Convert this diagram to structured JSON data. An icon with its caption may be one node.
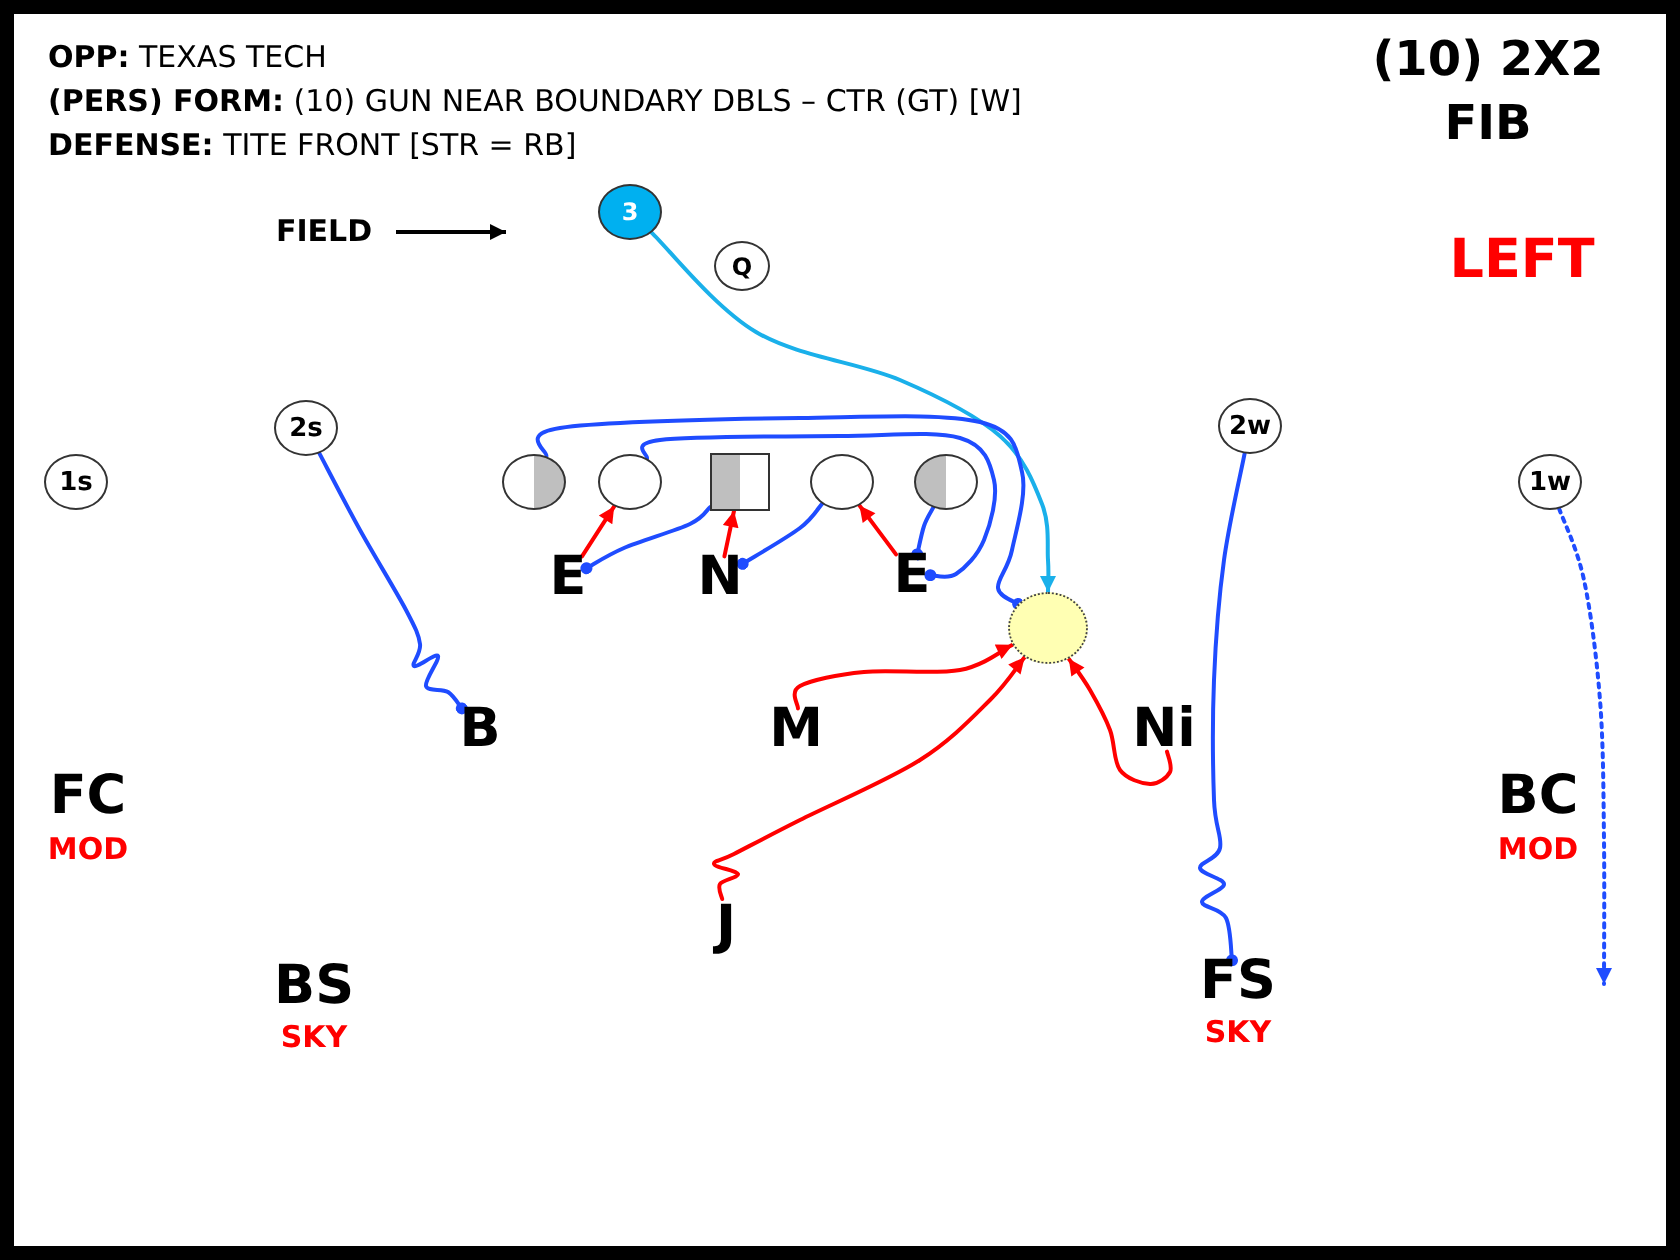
{
  "diagram": {
    "nodes": [
      {
        "text": [
          "3"
        ]
      },
      {
        "text": [
          "Q"
        ]
      },
      {
        "text": [
          "2s"
        ]
      },
      {
        "text": [
          "2w"
        ]
      },
      {
        "text": [
          "1s"
        ]
      },
      {
        "text": [],
        "shape": "circle"
      },
      {
        "text": [],
        "shape": "circle"
      },
      {
        "text": [],
        "shape": "box"
      },
      {
        "text": [],
        "shape": "circle"
      },
      {
        "text": [],
        "shape": "circle"
      },
      {
        "text": [
          "1w"
        ]
      },
      {
        "text": [
          "E"
        ]
      },
      {
        "text": [
          "N"
        ]
      },
      {
        "text": [
          "E"
        ]
      },
      {
        "text": [],
        "shape": "circle"
      },
      {
        "text": [
          "B"
        ]
      },
      {
        "text": [
          "M"
        ]
      },
      {
        "text": [
          "Ni"
        ]
      },
      {
        "text": [
          "J"
        ]
      },
      {
        "text": [
          "FS"
        ],
        "beside": [
          "SKY"
        ]
      }
    ],
    "edges": [
      {
        "from": 0,
        "to": 14,
        "arrow": "to",
        "color": "#1ab0ea"
      },
      {
        "from": 2,
        "to": 15,
        "arrow": "other"
      },
      {
        "from": 3,
        "to": 19,
        "arrow": "other"
      },
      {
        "from": 10,
        "to": null,
        "arrow": "to",
        "style": "dashed"
      },
      {
        "from": 5,
        "to": 14,
        "arrow": "other"
      },
      {
        "from": 6,
        "to": 13,
        "arrow": "other"
      },
      {
        "from": 7,
        "to": 11,
        "arrow": "other"
      },
      {
        "from": 8,
        "to": 12,
        "arrow": "other"
      },
      {
        "from": 9,
        "to": 13,
        "arrow": "other"
      },
      {
        "from": 11,
        "to": 6,
        "arrow": "to",
        "color": "#ff0000"
      },
      {
        "from": 12,
        "to": 7,
        "arrow": "to",
        "color": "#ff0000"
      },
      {
        "from": 13,
        "to": 8,
        "arrow": "to",
        "color": "#ff0000"
      },
      {
        "from": 16,
        "to": 14,
        "arrow": "to",
        "color": "#ff0000"
      },
      {
        "from": 18,
        "to": 14,
        "arrow": "to",
        "color": "#ff0000"
      },
      {
        "from": 17,
        "to": 14,
        "arrow": "to",
        "color": "#ff0000"
      }
    ],
    "labels": [
      "**OPP:** TEXAS TECH",
      "**(PERS) FORM:** (10) GUN NEAR BOUNDARY DBLS – CTR (GT) [W]",
      "**DEFENSE:** TITE FRONT [STR = RB]",
      "(10) 2X2 FIB",
      "FIELD",
      "LEFT",
      "FC",
      "MOD",
      "BC",
      "MOD",
      "BS",
      "SKY"
    ]
  }
}
